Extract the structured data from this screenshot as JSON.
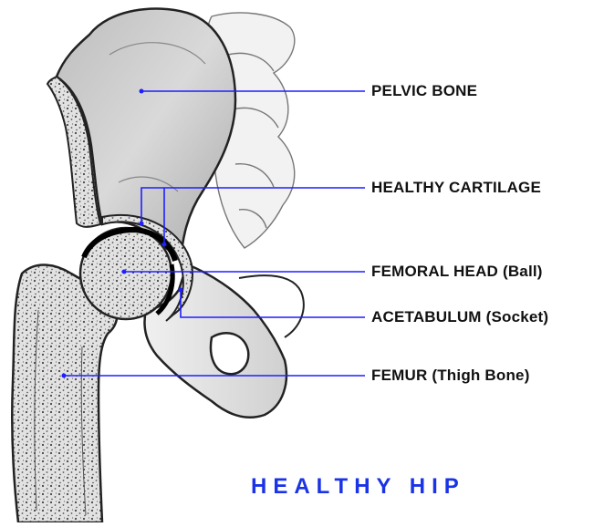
{
  "labels": {
    "pelvic_bone": "PELVIC BONE",
    "healthy_cartilage": "HEALTHY CARTILAGE",
    "femoral_head": "FEMORAL HEAD  (Ball)",
    "acetabulum": "ACETABULUM  (Socket)",
    "femur": "FEMUR  (Thigh Bone)"
  },
  "caption": "HEALTHY   HIP",
  "colors": {
    "leader_line": "#1f1fff",
    "caption": "#1a33e6",
    "bone_outline": "#222222",
    "marrow": "#d8d8d8",
    "bone_fill": "#e9e9e9"
  }
}
